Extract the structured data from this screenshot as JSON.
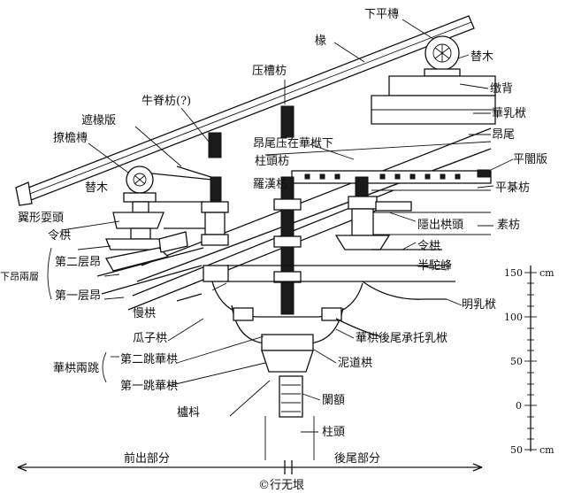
{
  "labels": {
    "xia_ping_tuan": "下平槫",
    "chuan": "椽",
    "ya_cao_fang": "压槽枋",
    "ti_mu_right": "替木",
    "niu_ji_fang": "牛脊枋(?)",
    "zhe_chuan_ban": "遮椽版",
    "jiao_bei": "缴背",
    "liao_yan_tuan": "撩檐槫",
    "hua_ru_fu": "華乳栿",
    "ang_wei_ya": "昂尾压在華栿下",
    "ang_wei": "昂尾",
    "zhu_tou_fang": "柱頭枋",
    "ping_an_ban": "平闇版",
    "ti_mu_left": "替木",
    "luo_han_fang": "羅漢枋",
    "ping_qi_fang": "平棊枋",
    "yi_xing_yun_tou": "翼形耍頭",
    "yin_chu_shua_tou": "隱出栱頭",
    "su_fang": "素枋",
    "ling_gong_left": "令栱",
    "ling_gong_right": "令栱",
    "xia_ang_liang_ceng": "下昂兩層",
    "di_er_ceng_ang": "第二层昂",
    "di_yi_ceng_ang": "第一层昂",
    "ban_tuo_feng": "半駝峰",
    "ming_ru_fu": "明乳栿",
    "man_gong": "慢栱",
    "gua_zi_gong": "瓜子栱",
    "hua_gong_wei": "華栱後尾承托乳栿",
    "hua_gong_liang_tiao": "華栱兩跳",
    "di_er_tiao": "第二跳華栱",
    "di_yi_tiao": "第一跳華栱",
    "tuo_dao_gong": "泥道栱",
    "lu_dou": "櫨枓",
    "lan_e": "闌額",
    "zhu_tou": "柱頭",
    "qian_chu": "前出部分",
    "hou_wei": "後尾部分",
    "watermark": "©行无垠"
  },
  "scale": {
    "unit_top": "cm",
    "unit_bottom": "cm",
    "ticks": [
      "150",
      "100",
      "50",
      "0",
      "50"
    ]
  }
}
